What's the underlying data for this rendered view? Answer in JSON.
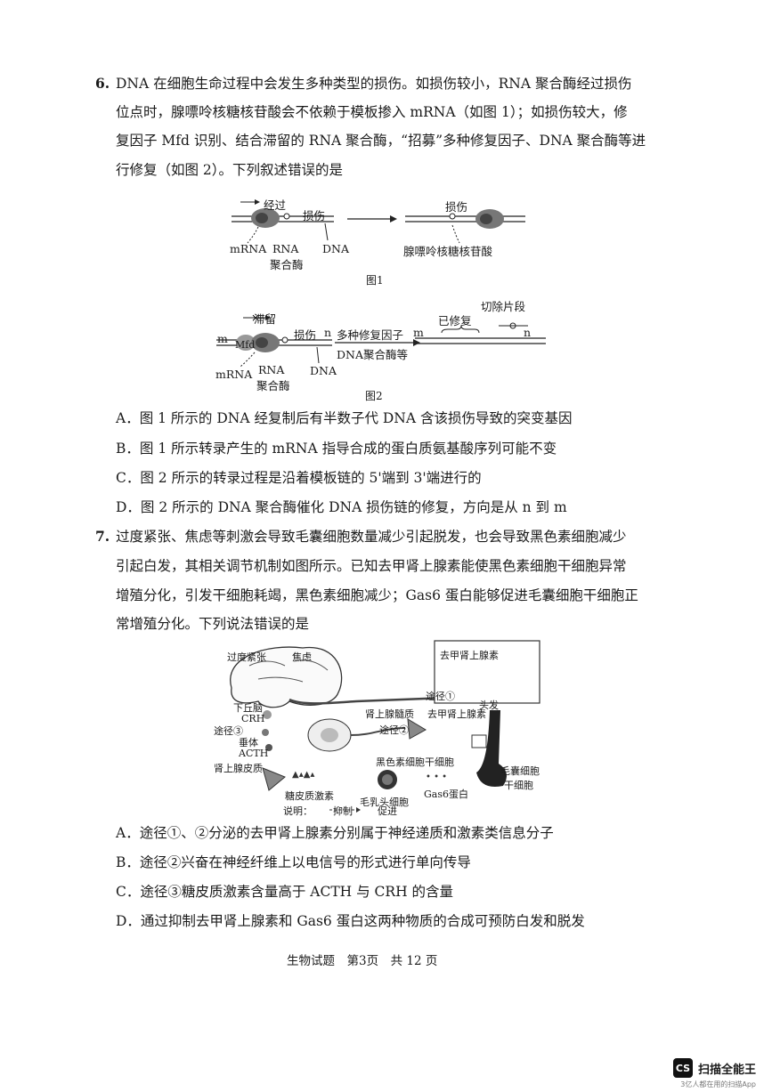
{
  "q6": {
    "num": "6.",
    "lines": [
      "DNA 在细胞生命过程中会发生多种类型的损伤。如损伤较小，RNA 聚合酶经过损伤",
      "位点时，腺嘌呤核糖核苷酸会不依赖于模板掺入 mRNA（如图 1）；如损伤较大，修",
      "复因子 Mfd 识别、结合滞留的 RNA 聚合酶，“招募”多种修复因子、DNA 聚合酶等进",
      "行修复（如图 2）。下列叙述错误的是"
    ],
    "fig1": {
      "passing": "经过",
      "damage": "损伤",
      "mrna": "mRNA",
      "rna": "RNA",
      "polymerase": "聚合酶",
      "dna": "DNA",
      "damage2": "损伤",
      "adenine": "腺嘌呤核糖核苷酸",
      "caption": "图1"
    },
    "fig2": {
      "stalled": "滞留",
      "m": "m",
      "mfd": "Mfd",
      "damage": "损伤",
      "n": "n",
      "mrna": "mRNA",
      "rna": "RNA",
      "polymerase": "聚合酶",
      "dna": "DNA",
      "factors": "多种修复因子",
      "dnapol": "DNA聚合酶等",
      "m2": "m",
      "repaired": "已修复",
      "excised": "切除片段",
      "n2": "n",
      "caption": "图2"
    },
    "options": [
      "A．图 1 所示的 DNA 经复制后有半数子代 DNA 含该损伤导致的突变基因",
      "B．图 1 所示转录产生的 mRNA 指导合成的蛋白质氨基酸序列可能不变",
      "C．图 2 所示的转录过程是沿着模板链的 5'端到 3'端进行的",
      "D．图 2 所示的 DNA 聚合酶催化 DNA 损伤链的修复，方向是从 n 到 m"
    ]
  },
  "q7": {
    "num": "7.",
    "lines": [
      "过度紧张、焦虑等刺激会导致毛囊细胞数量减少引起脱发，也会导致黑色素细胞减少",
      "引起白发，其相关调节机制如图所示。已知去甲肾上腺素能使黑色素细胞干细胞异常",
      "增殖分化，引发干细胞耗竭，黑色素细胞减少；Gas6 蛋白能够促进毛囊细胞干细胞正",
      "常增殖分化。下列说法错误的是"
    ],
    "fig": {
      "stress": "过度紧张",
      "anxiety": "焦虑",
      "hypothalamus": "下丘脑",
      "crh": "CRH",
      "route3": "途径③",
      "pituitary": "垂体",
      "acth": "ACTH",
      "cortex": "肾上腺皮质",
      "glucocorticoid": "糖皮质激素",
      "legend": "说明：",
      "inhibit": "抑制",
      "promote": "促进",
      "route1": "途径①",
      "medulla": "肾上腺髓质",
      "route2": "途径②",
      "norepi": "去甲肾上腺素",
      "norepi_box": "去甲肾上腺素",
      "hair": "头发",
      "melano": "黑色素细胞干细胞",
      "papilla": "毛乳头细胞",
      "gas6": "Gas6蛋白",
      "follicle1": "毛囊细胞",
      "follicle2": "干细胞"
    },
    "options": [
      "A．途径①、②分泌的去甲肾上腺素分别属于神经递质和激素类信息分子",
      "B．途径②兴奋在神经纤维上以电信号的形式进行单向传导",
      "C．途径③糖皮质激素含量高于 ACTH 与 CRH 的含量",
      "D．通过抑制去甲肾上腺素和 Gas6 蛋白这两种物质的合成可预防白发和脱发"
    ]
  },
  "footer": "生物试题　第3页　共 12 页",
  "watermark": {
    "logo": "CS",
    "name": "扫描全能王",
    "sub": "3亿人都在用的扫描App"
  }
}
